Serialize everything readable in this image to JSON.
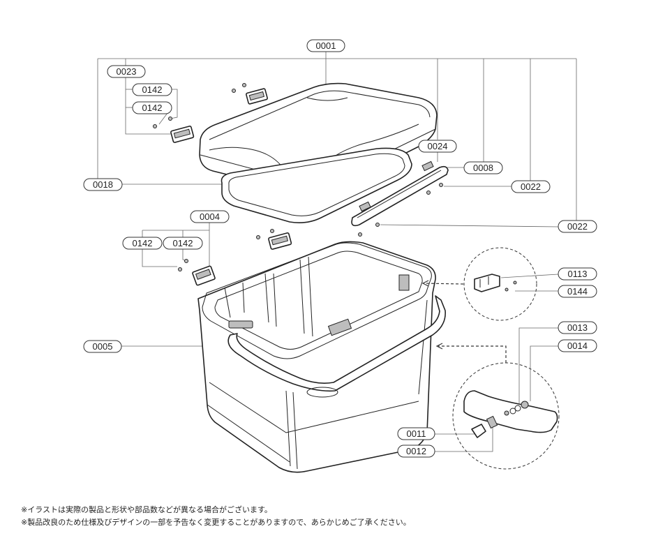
{
  "labels": {
    "p0001": "0001",
    "p0023": "0023",
    "p0142a": "0142",
    "p0142b": "0142",
    "p0024": "0024",
    "p0008": "0008",
    "p0018": "0018",
    "p0022a": "0022",
    "p0004": "0004",
    "p0022b": "0022",
    "p0142c": "0142",
    "p0142d": "0142",
    "p0113": "0113",
    "p0144": "0144",
    "p0013": "0013",
    "p0005": "0005",
    "p0014": "0014",
    "p0011": "0011",
    "p0012": "0012"
  },
  "notes": {
    "line1": "※イラストは実際の製品と形状や部品数などが異なる場合がございます。",
    "line2": "※製品改良のため仕様及びデザインの一部を予告なく変更することがありますので、あらかじめご了承ください。"
  }
}
